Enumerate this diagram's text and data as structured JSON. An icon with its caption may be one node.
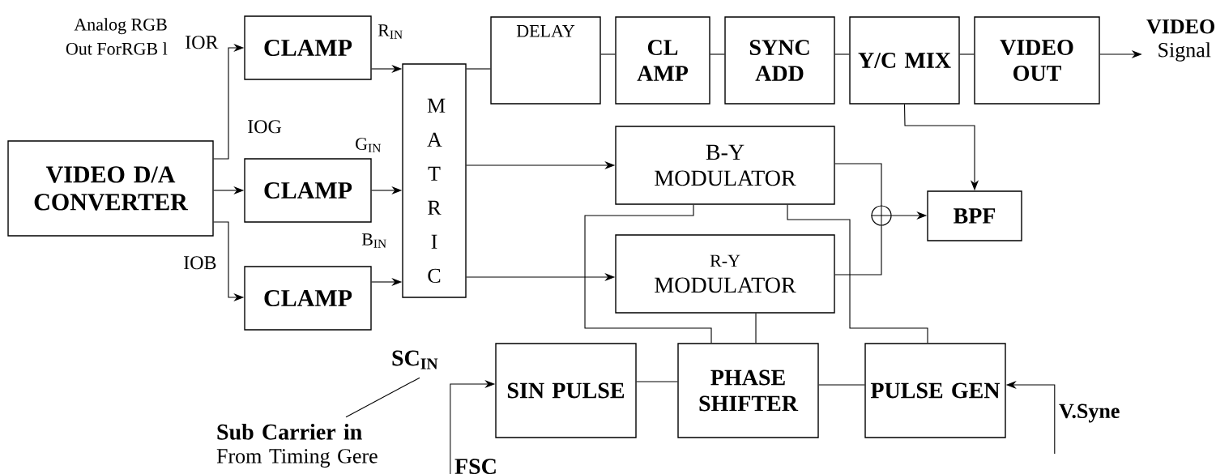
{
  "diagram": {
    "nodes": [
      {
        "text": [
          "VIDEO D/A CONVERTER"
        ]
      },
      {
        "text": [
          "CLAMP"
        ]
      },
      {
        "text": [
          "CLAMP"
        ]
      },
      {
        "text": [
          "CLAMP"
        ]
      },
      {
        "text": [
          "M A T R I C"
        ]
      },
      {
        "text": [
          "DELAY"
        ]
      },
      {
        "text": [
          "CL AMP"
        ]
      },
      {
        "text": [
          "SYNC ADD"
        ]
      },
      {
        "text": [
          "Y/C MIX"
        ]
      },
      {
        "text": [
          "VIDEO OUT"
        ]
      },
      {
        "text": [
          "VIDEO",
          "Signal"
        ]
      },
      {
        "text": [
          "B-Y",
          "MODULATOR"
        ]
      },
      {
        "text": [
          "R-Y",
          "MODULATOR"
        ]
      },
      {
        "text": [],
        "shape": "circle"
      },
      {
        "text": [
          "BPF"
        ]
      },
      {
        "text": [
          "SIN PULSE"
        ]
      },
      {
        "text": [
          "PHASE SHIFTER"
        ]
      },
      {
        "text": [
          "PULSE GEN"
        ]
      },
      {
        "text": [
          "V.Syne"
        ]
      },
      {
        "text": [
          "SC$_{IN}$"
        ]
      },
      {
        "text": [
          "Sub Carrier in",
          "From Timing Gere"
        ]
      },
      {
        "text": [
          "FSC"
        ]
      }
    ],
    "edges": [
      {
        "from": 0,
        "to": 1,
        "arrow": "to"
      },
      {
        "from": 0,
        "to": 2,
        "arrow": "to"
      },
      {
        "from": 0,
        "to": 3,
        "arrow": "to"
      },
      {
        "from": 1,
        "to": 4,
        "arrow": "to"
      },
      {
        "from": 2,
        "to": 4,
        "arrow": "to"
      },
      {
        "from": 3,
        "to": 4,
        "arrow": "to"
      },
      {
        "from": 4,
        "to": 5,
        "arrow": "none"
      },
      {
        "from": 5,
        "to": 6,
        "arrow": "none"
      },
      {
        "from": 6,
        "to": 7,
        "arrow": "none"
      },
      {
        "from": 7,
        "to": 8,
        "arrow": "none"
      },
      {
        "from": 8,
        "to": 9,
        "arrow": "none"
      },
      {
        "from": 9,
        "to": 10,
        "arrow": "to"
      },
      {
        "from": 4,
        "to": 11,
        "arrow": "to"
      },
      {
        "from": 4,
        "to": 12,
        "arrow": "to"
      },
      {
        "from": 8,
        "to": 14,
        "arrow": "to"
      },
      {
        "from": 11,
        "to": 13,
        "arrow": "none"
      },
      {
        "from": 12,
        "to": 13,
        "arrow": "none"
      },
      {
        "from": 13,
        "to": 14,
        "arrow": "to"
      },
      {
        "from": 11,
        "to": 16,
        "arrow": "none"
      },
      {
        "from": 11,
        "to": 17,
        "arrow": "none"
      },
      {
        "from": 12,
        "to": 16,
        "arrow": "none"
      },
      {
        "from": 15,
        "to": 16,
        "arrow": "none"
      },
      {
        "from": 16,
        "to": 17,
        "arrow": "none"
      },
      {
        "from": 18,
        "to": 17,
        "arrow": "to"
      },
      {
        "from": 21,
        "to": 15,
        "arrow": "to"
      },
      {
        "from": 20,
        "to": 19,
        "arrow": "none"
      }
    ],
    "labels": [
      "Analog RGB Out ForRGB l",
      "IOR",
      "R$_{IN}$",
      "IOG",
      "G$_{IN}$",
      "B$_{IN}$",
      "IOB"
    ]
  }
}
